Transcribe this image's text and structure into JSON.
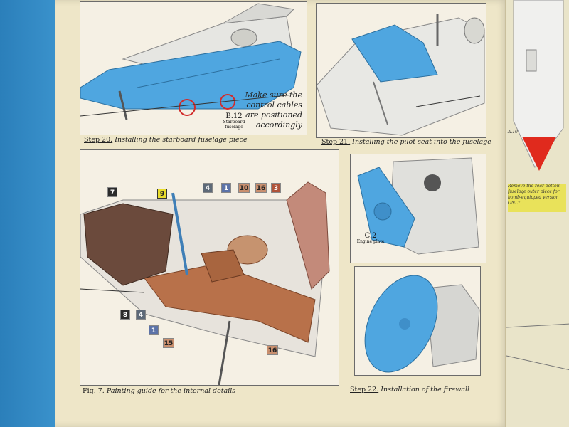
{
  "captions": {
    "step20": {
      "step": "Step 20.",
      "text": "Installing the starboard fuselage piece"
    },
    "step21": {
      "step": "Step 21.",
      "text": "Installing the pilot seat into the fuselage"
    },
    "fig7": {
      "step": "Fig. 7.",
      "text": "Painting guide for the internal details"
    },
    "step22": {
      "step": "Step 22.",
      "text": "Installation of the firewall"
    }
  },
  "notes": {
    "control_cables": [
      "Make sure the",
      "control cables",
      "are positioned",
      "accordingly"
    ]
  },
  "parts": {
    "b12": {
      "code": "B.12",
      "name": "Starboard fuselage"
    },
    "c2": {
      "code": "C.2",
      "name": "Engine plate"
    }
  },
  "paint_tags": [
    {
      "label": "7",
      "style": "black"
    },
    {
      "label": "9",
      "style": "yellow"
    },
    {
      "label": "4",
      "style": "grey"
    },
    {
      "label": "1",
      "style": "blue"
    },
    {
      "label": "10",
      "style": "brownlight"
    },
    {
      "label": "16",
      "style": "brownlight"
    },
    {
      "label": "3",
      "style": "redbrown"
    },
    {
      "label": "8",
      "style": "black"
    },
    {
      "label": "4",
      "style": "grey"
    },
    {
      "label": "1",
      "style": "blue"
    },
    {
      "label": "15",
      "style": "brownlight"
    },
    {
      "label": "16",
      "style": "brownlight"
    }
  ],
  "next_page": {
    "snippet": "Remove the rear bottom fuselage outer piece for bomb-equipped version ONLY",
    "ref": "A.10"
  },
  "colors": {
    "part_blue": "#4fa6e0",
    "cover_blue": "#2f86bf",
    "page": "#eee6c8",
    "wood": "#b8714a",
    "seat": "#6b4a3c",
    "red": "#e02a1d"
  }
}
